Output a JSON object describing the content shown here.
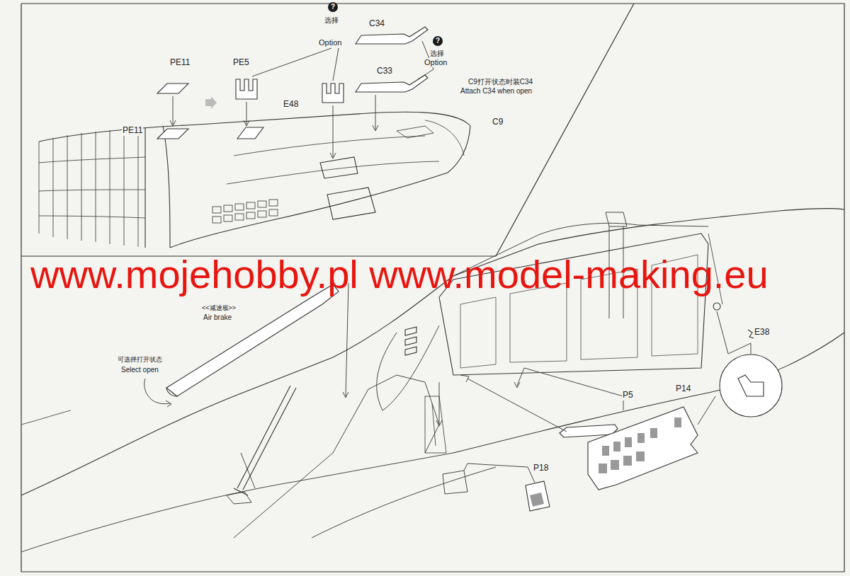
{
  "diagram": {
    "labels": [
      "?",
      "选择",
      "Option",
      "C34",
      "?",
      "选择",
      "Option",
      "C33",
      "C9打开状态时装C34",
      "Attach C34 when open",
      "PE11",
      "PE5",
      "E48",
      "PE11",
      "C9",
      "www.mojehobby.pl www.model-making.eu",
      "<<减速板>>",
      "Air brake",
      "可选择打开状态",
      "Select open",
      "E38",
      "P5",
      "P14",
      "P18"
    ]
  }
}
